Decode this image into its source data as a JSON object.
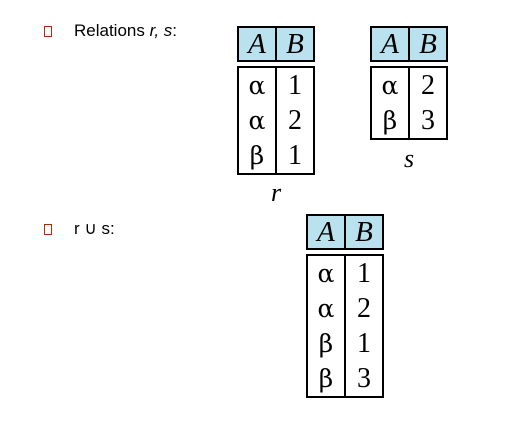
{
  "bullets": [
    {
      "prefix": "Relations ",
      "italic": "r, s",
      "suffix": ":"
    },
    {
      "text": "r ∪ s:"
    }
  ],
  "colors": {
    "bullet": "#b22a00",
    "header_bg": "#b9e2ee"
  },
  "tables": {
    "r": {
      "headers": [
        "A",
        "B"
      ],
      "col_a": [
        "α",
        "α",
        "β"
      ],
      "col_b": [
        "1",
        "2",
        "1"
      ],
      "caption": "r"
    },
    "s": {
      "headers": [
        "A",
        "B"
      ],
      "col_a": [
        "α",
        "β"
      ],
      "col_b": [
        "2",
        "3"
      ],
      "caption": "s"
    },
    "union": {
      "headers": [
        "A",
        "B"
      ],
      "col_a": [
        "α",
        "α",
        "β",
        "β"
      ],
      "col_b": [
        "1",
        "2",
        "1",
        "3"
      ]
    }
  }
}
